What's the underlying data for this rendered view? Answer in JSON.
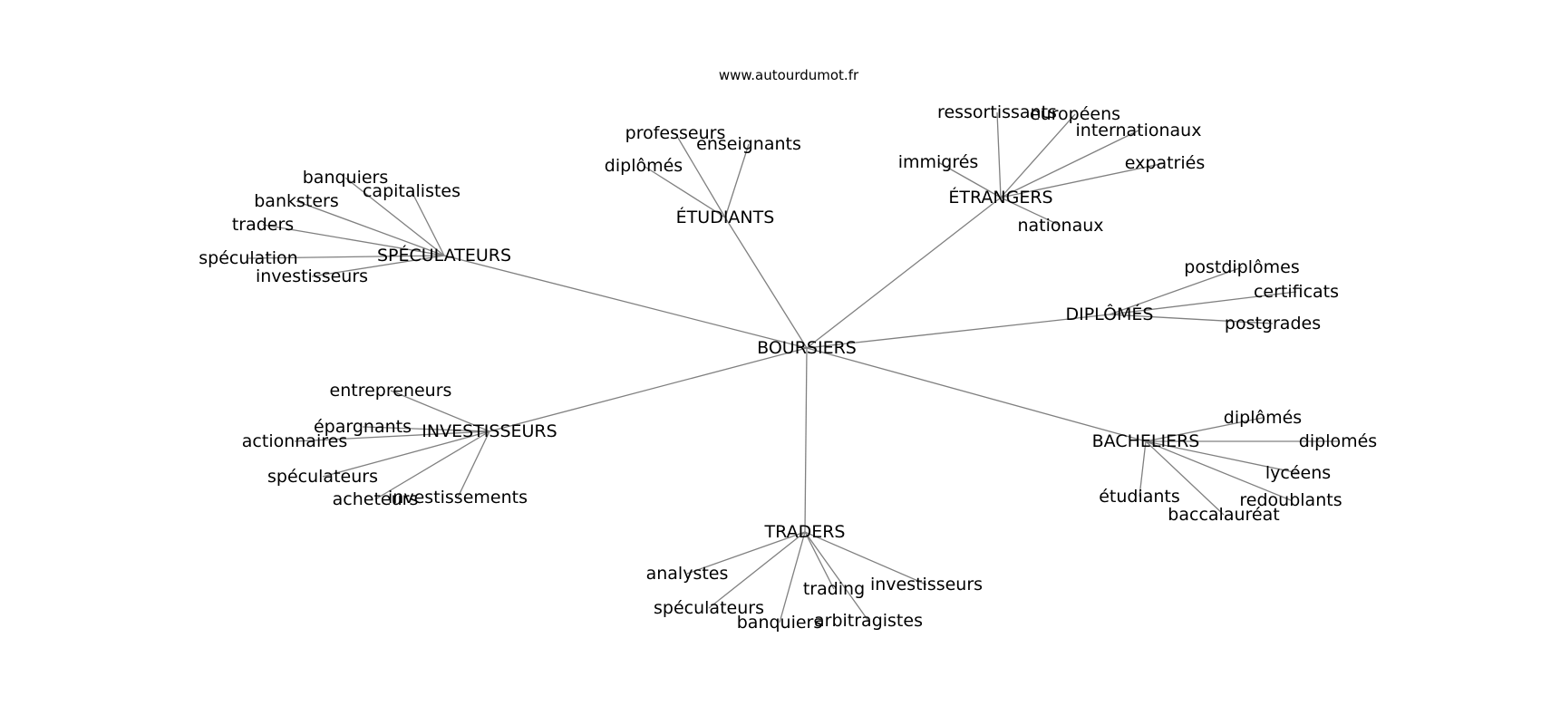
{
  "watermark": "www.autourdumot.fr",
  "center": "BOURSIERS",
  "clusters": [
    {
      "id": "speculateurs",
      "label": "SPÉCULATEURS",
      "leaves": [
        "banquiers",
        "capitalistes",
        "banksters",
        "traders",
        "spéculation",
        "investisseurs"
      ]
    },
    {
      "id": "etudiants",
      "label": "ÉTUDIANTS",
      "leaves": [
        "professeurs",
        "enseignants",
        "diplômés"
      ]
    },
    {
      "id": "etrangers",
      "label": "ÉTRANGERS",
      "leaves": [
        "ressortissants",
        "européens",
        "internationaux",
        "immigrés",
        "expatriés",
        "nationaux"
      ]
    },
    {
      "id": "diplomes",
      "label": "DIPLÔMÉS",
      "leaves": [
        "postdiplômes",
        "certificats",
        "postgrades"
      ]
    },
    {
      "id": "investisseurs",
      "label": "INVESTISSEURS",
      "leaves": [
        "entrepreneurs",
        "épargnants",
        "actionnaires",
        "spéculateurs",
        "acheteurs",
        "investissements"
      ]
    },
    {
      "id": "bacheliers",
      "label": "BACHELIERS",
      "leaves": [
        "diplômés",
        "diplomés",
        "lycéens",
        "étudiants",
        "redoublants",
        "baccalauréat"
      ]
    },
    {
      "id": "traders",
      "label": "TRADERS",
      "leaves": [
        "analystes",
        "spéculateurs",
        "banquiers",
        "trading",
        "investisseurs",
        "arbitragistes"
      ]
    }
  ]
}
